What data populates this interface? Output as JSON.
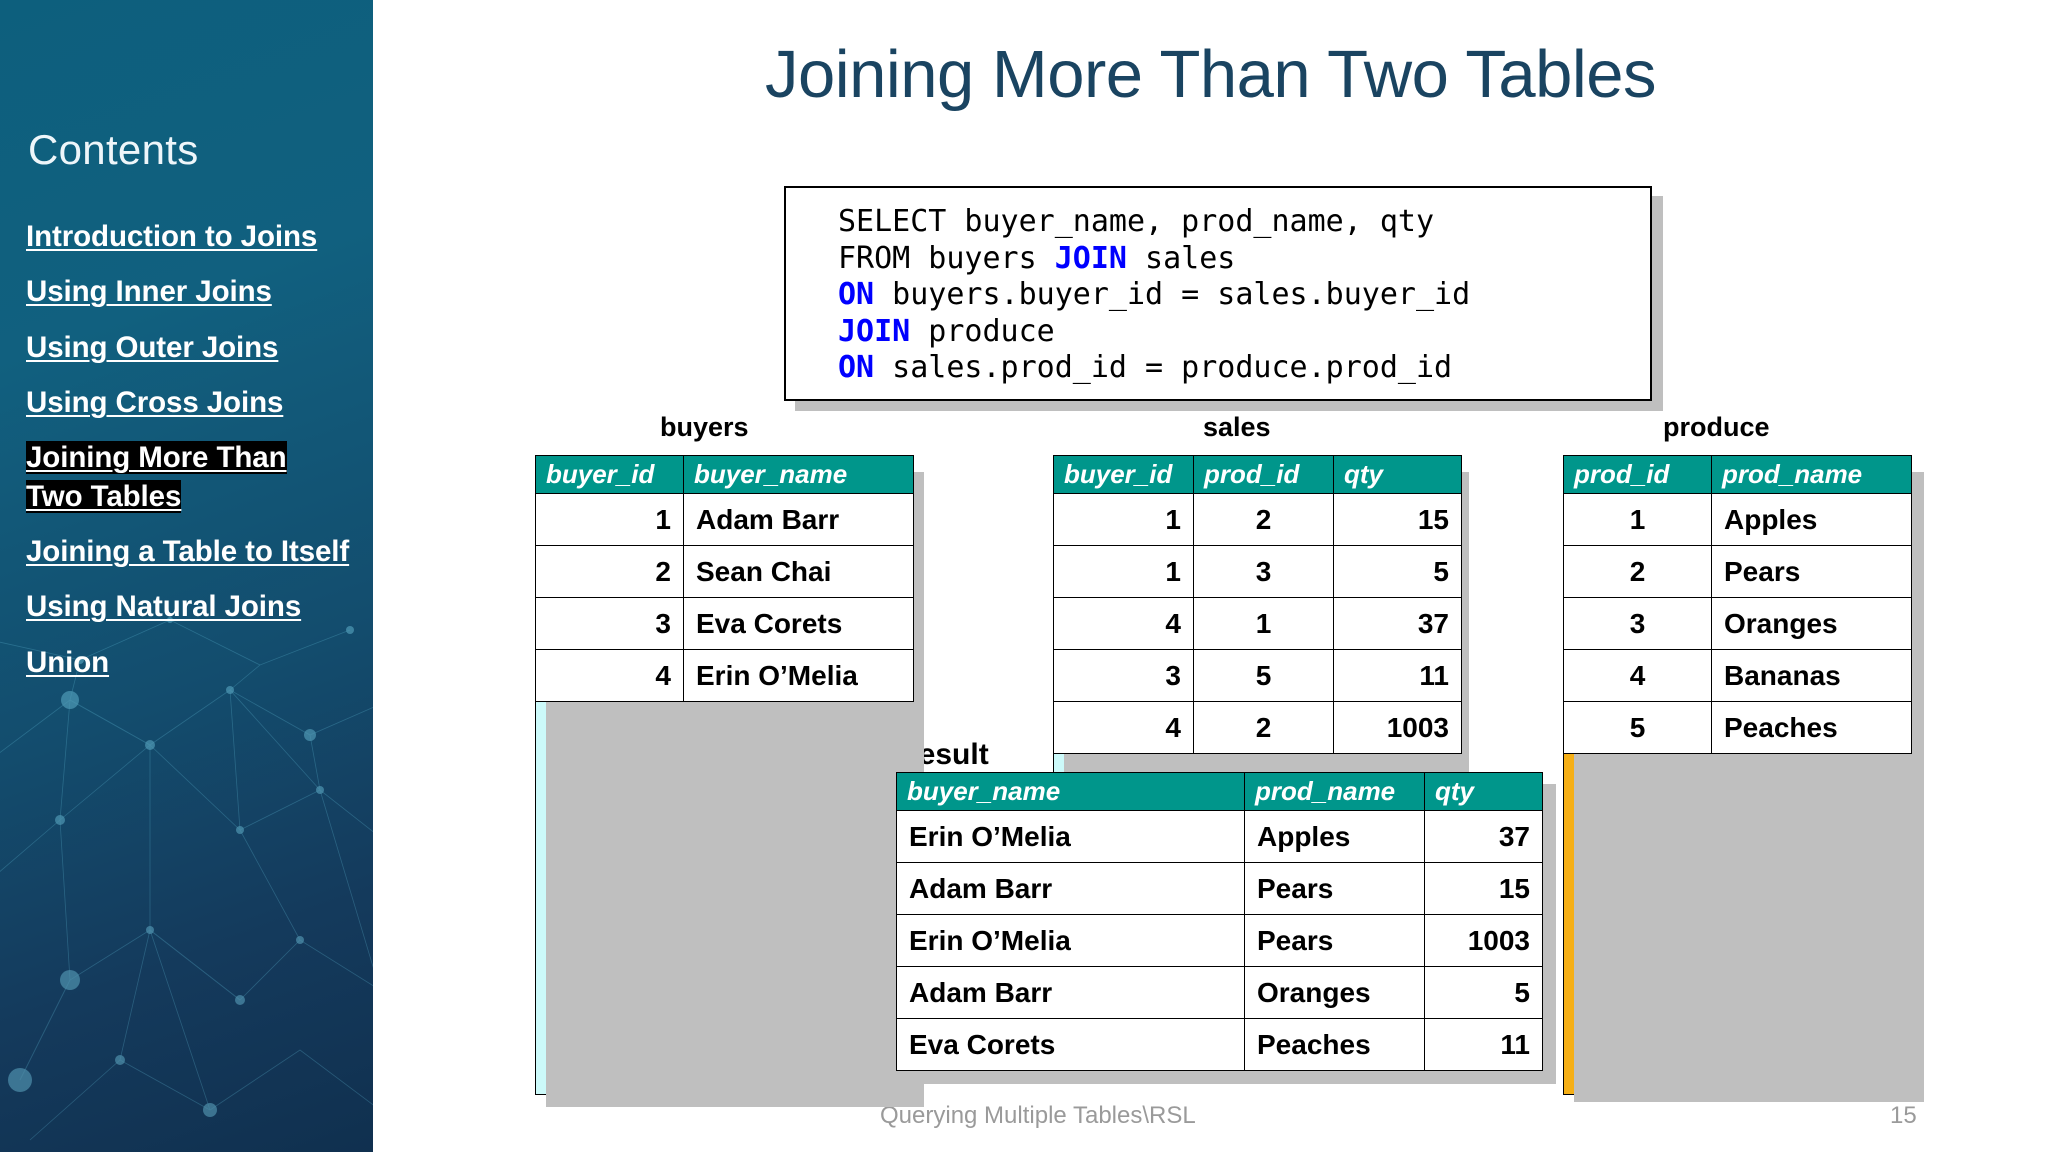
{
  "sidebar": {
    "heading": "Contents",
    "items": [
      {
        "label": "Introduction to Joins",
        "current": false
      },
      {
        "label": "Using Inner Joins",
        "current": false
      },
      {
        "label": "Using Outer Joins",
        "current": false
      },
      {
        "label": "Using Cross Joins",
        "current": false
      },
      {
        "label": "Joining More Than Two Tables",
        "current": true
      },
      {
        "label": "Joining a Table to Itself",
        "current": false
      },
      {
        "label": "Using Natural Joins",
        "current": false
      },
      {
        "label": "Union",
        "current": false
      }
    ]
  },
  "slide": {
    "title": "Joining More Than Two Tables",
    "footer_text": "Querying Multiple Tables\\RSL",
    "page_number": "15"
  },
  "code": {
    "lines": [
      [
        {
          "t": "SELECT buyer_name, prod_name, qty",
          "kw": false
        }
      ],
      [
        {
          "t": "FROM buyers ",
          "kw": false
        },
        {
          "t": "JOIN",
          "kw": true
        },
        {
          "t": " sales",
          "kw": false
        }
      ],
      [
        {
          "t": "ON",
          "kw": true
        },
        {
          "t": " buyers.buyer_id = sales.buyer_id",
          "kw": false
        }
      ],
      [
        {
          "t": "JOIN",
          "kw": true
        },
        {
          "t": " produce",
          "kw": false
        }
      ],
      [
        {
          "t": "ON",
          "kw": true
        },
        {
          "t": " sales.prod_id = produce.prod_id",
          "kw": false
        }
      ]
    ]
  },
  "tables": {
    "buyers": {
      "label": "buyers",
      "columns": [
        "buyer_id",
        "buyer_name"
      ],
      "rows": [
        [
          "1",
          "Adam Barr"
        ],
        [
          "2",
          "Sean Chai"
        ],
        [
          "3",
          "Eva Corets"
        ],
        [
          "4",
          "Erin O’Melia"
        ]
      ]
    },
    "sales": {
      "label": "sales",
      "columns": [
        "buyer_id",
        "prod_id",
        "qty"
      ],
      "rows": [
        [
          "1",
          "2",
          "15"
        ],
        [
          "1",
          "3",
          "5"
        ],
        [
          "4",
          "1",
          "37"
        ],
        [
          "3",
          "5",
          "11"
        ],
        [
          "4",
          "2",
          "1003"
        ]
      ]
    },
    "produce": {
      "label": "produce",
      "columns": [
        "prod_id",
        "prod_name"
      ],
      "rows": [
        [
          "1",
          "Apples"
        ],
        [
          "2",
          "Pears"
        ],
        [
          "3",
          "Oranges"
        ],
        [
          "4",
          "Bananas"
        ],
        [
          "5",
          "Peaches"
        ]
      ]
    },
    "result": {
      "label": "Result",
      "columns": [
        "buyer_name",
        "prod_name",
        "qty"
      ],
      "rows": [
        [
          "Erin O’Melia",
          "Apples",
          "37"
        ],
        [
          "Adam Barr",
          "Pears",
          "15"
        ],
        [
          "Erin O’Melia",
          "Pears",
          "1003"
        ],
        [
          "Adam Barr",
          "Oranges",
          "5"
        ],
        [
          "Eva Corets",
          "Peaches",
          "11"
        ]
      ]
    }
  },
  "colors": {
    "sidebar_top": "#0d5f7d",
    "sidebar_bottom": "#10304f",
    "title": "#1a4461",
    "header_teal": "#00968B",
    "key_cyan": "#CCFAFA",
    "key_orange": "#F5AF16",
    "keyword_blue": "#0000FF",
    "footer_gray": "#9a9a9a"
  }
}
